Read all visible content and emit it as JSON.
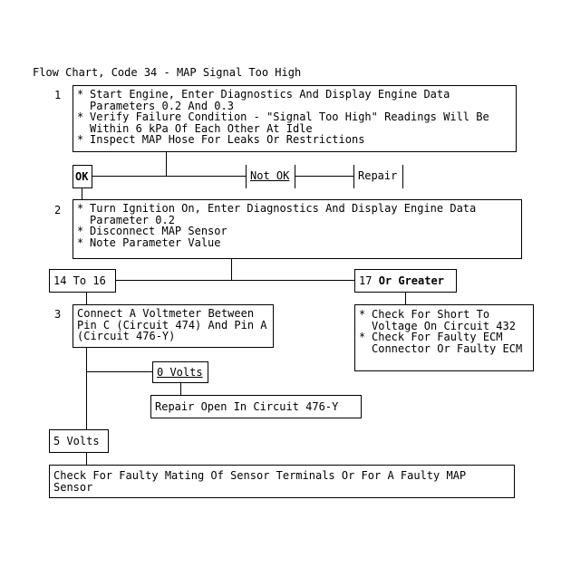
{
  "title": "Flow Chart, Code 34 - MAP Signal Too High",
  "steps": [
    {
      "number": "1",
      "lines": [
        "Start Engine, Enter Diagnostics And Display Engine Data Parameters 0.2 And 0.3",
        "Verify Failure Condition - \"Signal Too High\" Readings Will Be Within 6 kPa Of Each Other At Idle",
        "Inspect MAP Hose For Leaks Or Restrictions"
      ]
    },
    {
      "number": "2",
      "lines": [
        "Turn Ignition On, Enter Diagnostics And Display Engine Data Parameter 0.2",
        "Disconnect MAP Sensor",
        "Note Parameter Value"
      ]
    },
    {
      "number": "3",
      "lines": [
        "Connect A Voltmeter Between Pin C (Circuit 474) And Pin A (Circuit 476-Y)"
      ]
    }
  ],
  "branches": {
    "ok": "OK",
    "not_ok": "Not OK",
    "repair": "Repair",
    "range_low": "14 To 16",
    "range_high_num": "17",
    "range_high_text": "Or Greater",
    "zero_volts": "0 Volts",
    "five_volts": "5 Volts"
  },
  "actions": {
    "high_checks": [
      "Check For Short To Voltage On Circuit 432",
      "Check For Faulty ECM Connector Or Faulty ECM"
    ],
    "repair_open": "Repair Open In Circuit 476-Y",
    "final_check": "Check For Faulty Mating Of Sensor Terminals Or For A Faulty MAP Sensor"
  }
}
